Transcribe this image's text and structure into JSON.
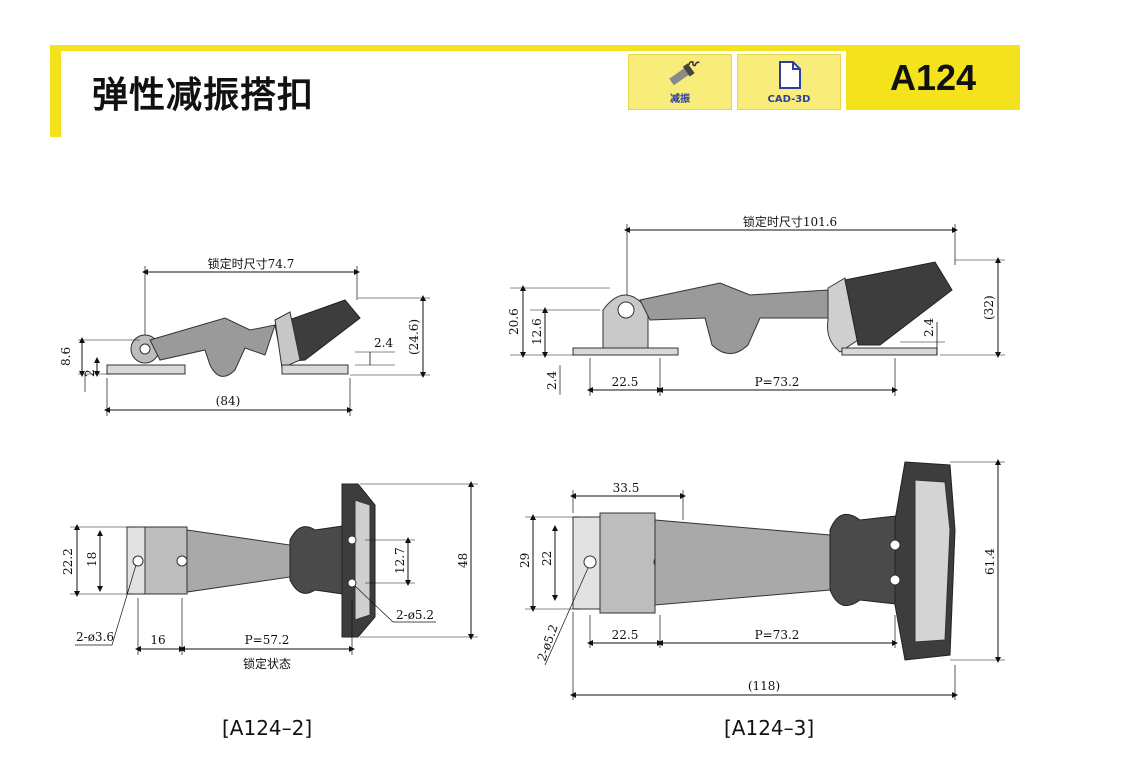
{
  "header": {
    "title": "弹性减振搭扣",
    "badge_damping_label": "减振",
    "badge_cad_label": "CAD-3D",
    "product_code": "A124"
  },
  "diagram_a124_2": {
    "top_view": {
      "lock_size": "锁定时尺寸74.7",
      "height_8_6": "8.6",
      "height_2": "2",
      "dim_2_4": "2.4",
      "dim_24_6": "(24.6)",
      "total_84": "(84)"
    },
    "bottom_view": {
      "dim_22_2": "22.2",
      "dim_18": "18",
      "dim_12_7": "12.7",
      "dim_48": "48",
      "hole_2_d3_6": "2-ø3.6",
      "dim_16": "16",
      "pitch_57_2": "P=57.2",
      "hole_2_d5_2": "2-ø5.2",
      "lock_state": "锁定状态"
    },
    "caption": "[A124–2]"
  },
  "diagram_a124_3": {
    "top_view": {
      "lock_size": "锁定时尺寸101.6",
      "dim_20_6": "20.6",
      "dim_12_6": "12.6",
      "dim_2_4_left": "2.4",
      "dim_22_5": "22.5",
      "pitch_73_2": "P=73.2",
      "dim_2_4_right": "2.4",
      "dim_32": "(32)"
    },
    "bottom_view": {
      "dim_33_5": "33.5",
      "dim_29": "29",
      "dim_22": "22",
      "hole_2_d5_2": "2-ø5.2",
      "dim_22_5": "22.5",
      "pitch_73_2": "P=73.2",
      "dim_61_4": "61.4",
      "total_118": "(118)"
    },
    "caption": "[A124–3]"
  }
}
